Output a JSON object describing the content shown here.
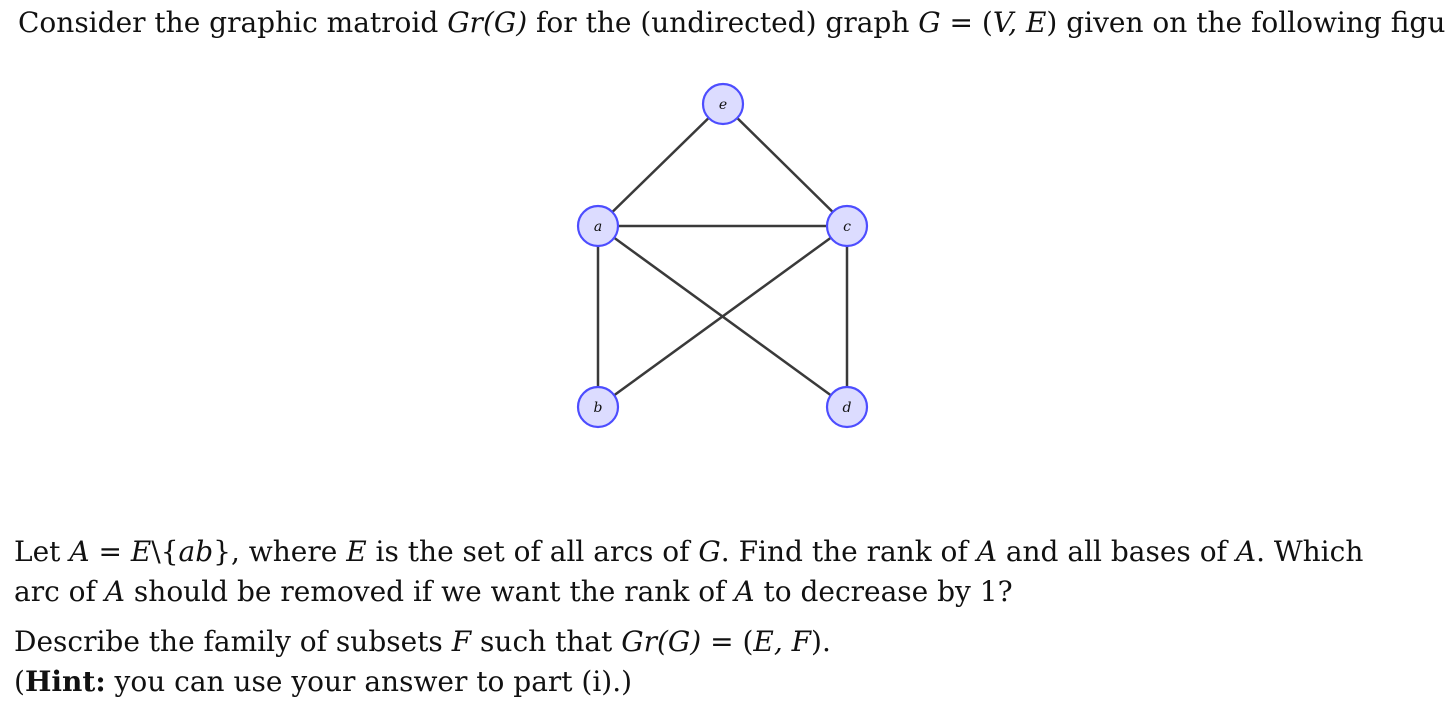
{
  "intro": {
    "t1": "Consider the graphic matroid ",
    "m1": "Gr(G)",
    "t2": " for the (undirected) graph ",
    "m2": "G",
    "t3": " = (",
    "m3": "V, E",
    "t4": ") given on the following figure:"
  },
  "graph": {
    "nodes": [
      {
        "id": "e",
        "label": "e"
      },
      {
        "id": "a",
        "label": "a"
      },
      {
        "id": "c",
        "label": "c"
      },
      {
        "id": "b",
        "label": "b"
      },
      {
        "id": "d",
        "label": "d"
      }
    ],
    "edges": [
      [
        "a",
        "e"
      ],
      [
        "e",
        "c"
      ],
      [
        "a",
        "c"
      ],
      [
        "a",
        "b"
      ],
      [
        "c",
        "d"
      ],
      [
        "a",
        "d"
      ],
      [
        "b",
        "c"
      ]
    ],
    "node_fill": "#dcdcff",
    "node_stroke": "#4d4dff"
  },
  "question1": {
    "l1_t1": "Let ",
    "l1_m1": "A",
    "l1_t2": " = ",
    "l1_m2": "E",
    "l1_t3": "\\{",
    "l1_m3": "ab",
    "l1_t4": "}, where ",
    "l1_m4": "E",
    "l1_t5": " is the set of all arcs of ",
    "l1_m5": "G",
    "l1_t6": ". Find the rank of ",
    "l1_m6": "A",
    "l1_t7": " and all bases of ",
    "l1_m7": "A",
    "l1_t8": ". Which",
    "l2_t1": "arc of ",
    "l2_m1": "A",
    "l2_t2": " should be removed if we want the rank of ",
    "l2_m2": "A",
    "l2_t3": " to decrease by 1?"
  },
  "question2": {
    "t1": "Describe the family of subsets ",
    "m1": "F",
    "t2": " such that ",
    "m2": "Gr(G)",
    "t3": " = (",
    "m3": "E, F",
    "t4": ")."
  },
  "hint": {
    "open": "(",
    "bold": "Hint:",
    "text": " you can use your answer to part (i).)"
  }
}
